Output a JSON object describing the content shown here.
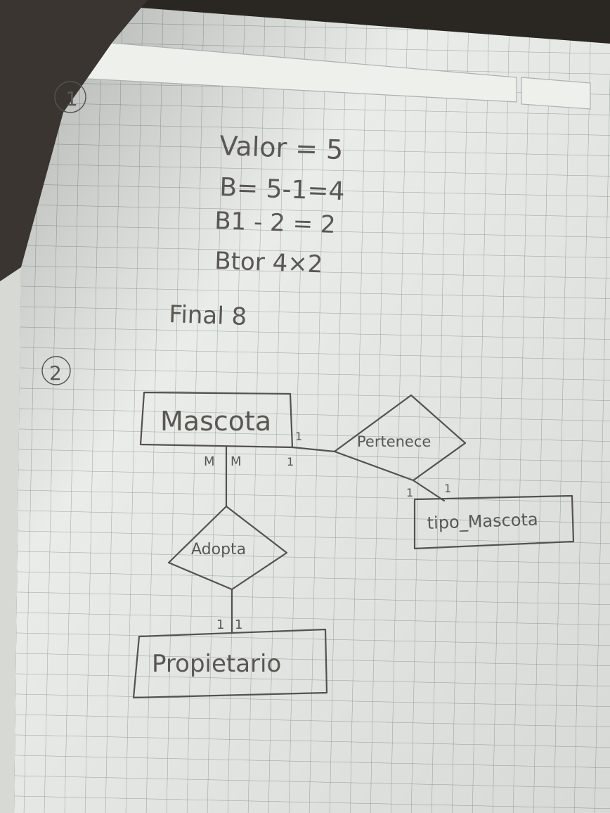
{
  "section1": {
    "number": "1",
    "lines": [
      "Valor = 5",
      "B= 5-1=4",
      "B1 - 2 = 2",
      "Btor  4×2"
    ],
    "final": "Final 8"
  },
  "section2": {
    "number": "2",
    "entities": {
      "mascota": "Mascota",
      "tipo_mascota": "tipo_Mascota",
      "propietario": "Propietario"
    },
    "relationships": {
      "pertenece": "Pertenece",
      "adopta": "Adopta"
    },
    "cardinalities": {
      "mascota_left_a": "M",
      "mascota_left_b": "M",
      "mascota_right_top": "1",
      "mascota_right_bottom": "1",
      "tipo_left": "1",
      "tipo_right": "1",
      "propietario_a": "1",
      "propietario_b": "1"
    }
  },
  "colors": {
    "paper": "#e9ece8",
    "grid": "#9aa3a6",
    "ink": "#55524d",
    "background": "#2a2622"
  }
}
